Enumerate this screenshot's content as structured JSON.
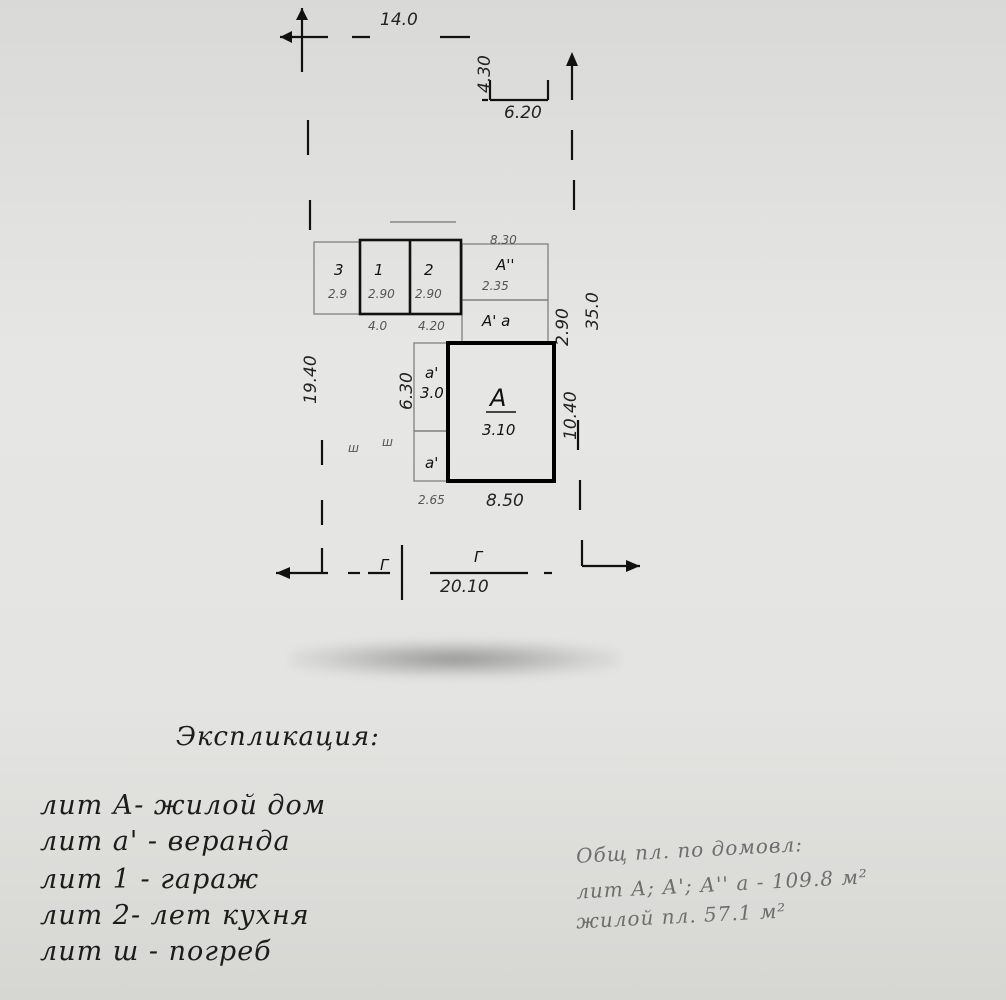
{
  "plan": {
    "dimensions": {
      "top_width": "14.0",
      "notch_height": "4.30",
      "notch_width": "6.20",
      "right_length": "35.0",
      "left_length": "19.40",
      "bottom_width": "20.10",
      "house_width": "8.50",
      "house_height": "10.40",
      "room_a_strip": "2.90",
      "veranda_height": "6.30",
      "width_4_0": "4.0",
      "width_4_20": "4.20",
      "width_8_30": "8.30",
      "small_dim_left": "2.65"
    },
    "rooms": {
      "a_label": "A",
      "a_height": "3.10",
      "a_prime_label": "a'",
      "a_prime_height": "3.0",
      "a_prime_lower_label": "a'",
      "a_double_prime_label": "A''",
      "a_double_prime_height": "2.35",
      "a_strip_label": "A' a",
      "garage_label": "1",
      "garage_height": "2.90",
      "kitchen_label": "2",
      "kitchen_height": "2.90",
      "annex_label": "3",
      "annex_height": "2.9",
      "cellar_label_1": "ш",
      "cellar_label_2": "ш",
      "marker_1": "Г",
      "marker_2": "Г"
    }
  },
  "legend": {
    "title": "Экспликация:",
    "items": [
      "лит А- жилой дом",
      "лит а' - веранда",
      "лит 1 - гараж",
      "лит 2- лет кухня",
      "лит ш - погреб"
    ]
  },
  "note": {
    "lines": [
      "Общ пл. по домовл:",
      "лит А; А'; А'' а - 109.8 м²",
      "жилой пл. 57.1 м²"
    ]
  },
  "colors": {
    "paper": "#e4e4e2",
    "ink": "#111111",
    "faint_ink": "#777777"
  }
}
